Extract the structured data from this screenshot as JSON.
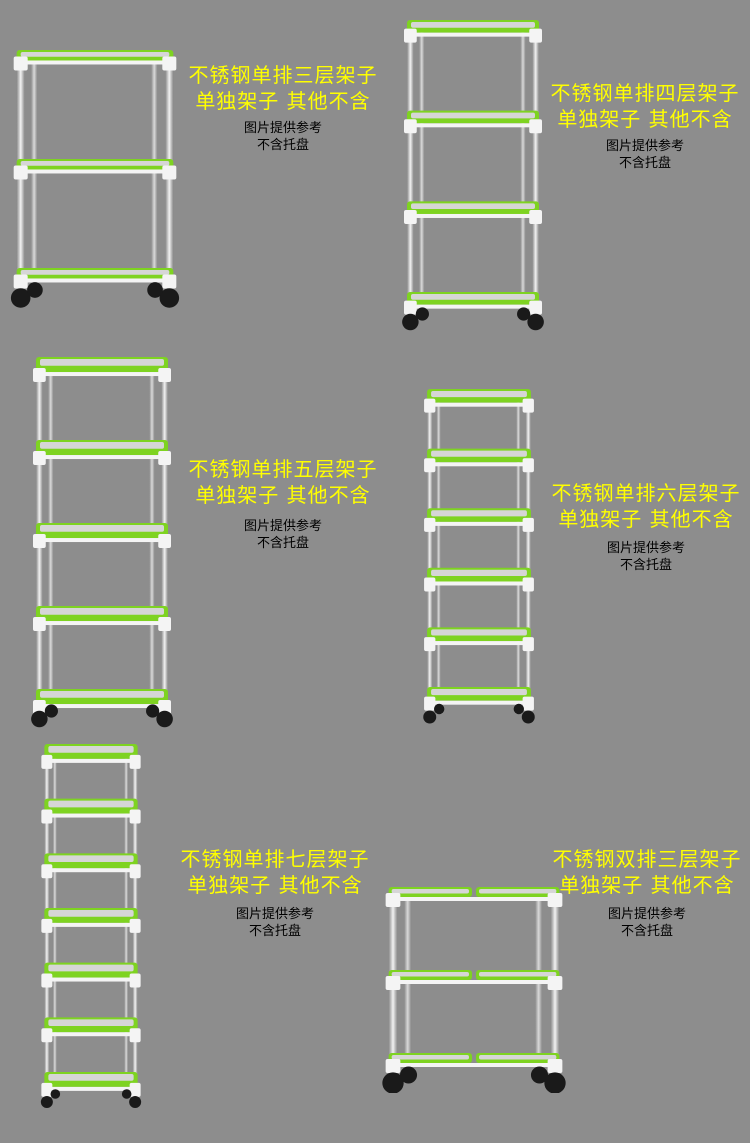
{
  "colors": {
    "background": "#8d8d8d",
    "tray_green": "#7ed321",
    "tray_inner": "#d6d6d6",
    "connector_white": "#f4f4f4",
    "pole_steel": "#c9c9c9",
    "wheel": "#1a1a1a",
    "title_yellow": "#ffff00",
    "note_black": "#000000"
  },
  "products": [
    {
      "title_line1": "不锈钢单排三层架子",
      "title_line2": "单独架子  其他不含",
      "note_line1": "图片提供参考",
      "note_line2": "不含托盘",
      "tiers": 3,
      "columns": 1
    },
    {
      "title_line1": "不锈钢单排四层架子",
      "title_line2": "单独架子  其他不含",
      "note_line1": "图片提供参考",
      "note_line2": "不含托盘",
      "tiers": 4,
      "columns": 1
    },
    {
      "title_line1": "不锈钢单排五层架子",
      "title_line2": "单独架子  其他不含",
      "note_line1": "图片提供参考",
      "note_line2": "不含托盘",
      "tiers": 5,
      "columns": 1
    },
    {
      "title_line1": "不锈钢单排六层架子",
      "title_line2": "单独架子  其他不含",
      "note_line1": "图片提供参考",
      "note_line2": "不含托盘",
      "tiers": 6,
      "columns": 1
    },
    {
      "title_line1": "不锈钢单排七层架子",
      "title_line2": "单独架子  其他不含",
      "note_line1": "图片提供参考",
      "note_line2": "不含托盘",
      "tiers": 7,
      "columns": 1
    },
    {
      "title_line1": "不锈钢双排三层架子",
      "title_line2": "单独架子  其他不含",
      "note_line1": "图片提供参考",
      "note_line2": "不含托盘",
      "tiers": 3,
      "columns": 2
    }
  ]
}
